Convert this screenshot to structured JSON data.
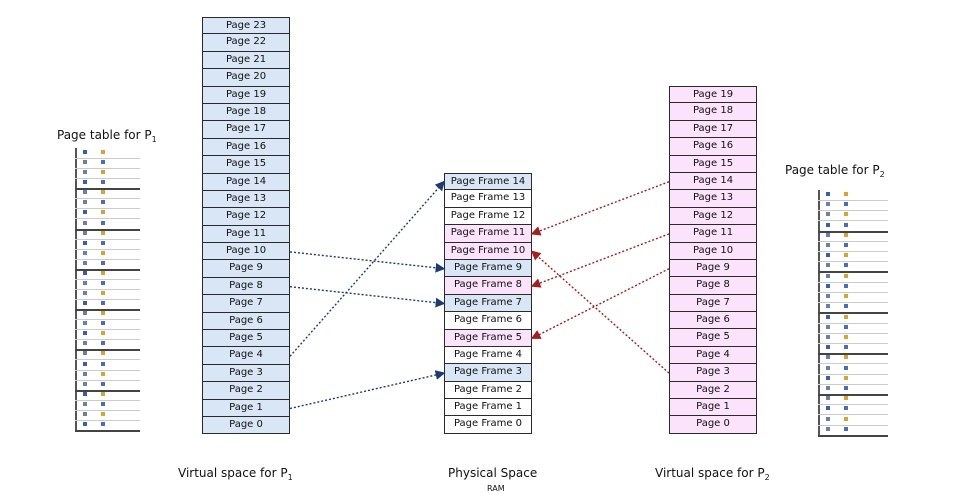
{
  "virtual_p1": {
    "label": "Virtual space for P",
    "label_sub": "1",
    "pages": [
      "Page 23",
      "Page 22",
      "Page 21",
      "Page 20",
      "Page 19",
      "Page 18",
      "Page 17",
      "Page 16",
      "Page 15",
      "Page 14",
      "Page 13",
      "Page 12",
      "Page 11",
      "Page 10",
      "Page 9",
      "Page 8",
      "Page 7",
      "Page 6",
      "Page 5",
      "Page 4",
      "Page 3",
      "Page 2",
      "Page 1",
      "Page 0"
    ],
    "color": "#d9e6f5"
  },
  "physical": {
    "label": "Physical Space",
    "sublabel": "RAM",
    "frames": [
      "Page Frame  14",
      "Page Frame  13",
      "Page Frame  12",
      "Page Frame  11",
      "Page Frame  10",
      "Page Frame  9",
      "Page Frame  8",
      "Page Frame  7",
      "Page Frame  6",
      "Page Frame  5",
      "Page Frame  4",
      "Page Frame  3",
      "Page Frame  2",
      "Page Frame  1",
      "Page Frame  0"
    ],
    "frame_owner": [
      "p1",
      "none",
      "none",
      "p2",
      "p2",
      "p1",
      "p2",
      "p1",
      "none",
      "p2",
      "none",
      "p1",
      "none",
      "none",
      "none"
    ]
  },
  "virtual_p2": {
    "label": "Virtual space for P",
    "label_sub": "2",
    "pages": [
      "Page 19",
      "Page 18",
      "Page 17",
      "Page 16",
      "Page 15",
      "Page 14",
      "Page 13",
      "Page 12",
      "Page 11",
      "Page 10",
      "Page 9",
      "Page 8",
      "Page 7",
      "Page 6",
      "Page 5",
      "Page 4",
      "Page 3",
      "Page 2",
      "Page 1",
      "Page 0"
    ],
    "color": "#fbe3fb"
  },
  "page_table_p1": {
    "label": "Page table for P",
    "label_sub": "1"
  },
  "page_table_p2": {
    "label": "Page table for P",
    "label_sub": "2"
  },
  "mappings_p1": [
    {
      "page": 10,
      "frame": 9
    },
    {
      "page": 8,
      "frame": 7
    },
    {
      "page": 4,
      "frame": 14
    },
    {
      "page": 1,
      "frame": 3
    }
  ],
  "mappings_p2": [
    {
      "page": 14,
      "frame": 11
    },
    {
      "page": 11,
      "frame": 8
    },
    {
      "page": 9,
      "frame": 5
    },
    {
      "page": 3,
      "frame": 10
    }
  ],
  "colors": {
    "p1": "#d9e6f5",
    "p2": "#fbe3fb",
    "none": "#ffffff",
    "arrow_p1": "#1f3a6e",
    "arrow_p2": "#a32020"
  }
}
